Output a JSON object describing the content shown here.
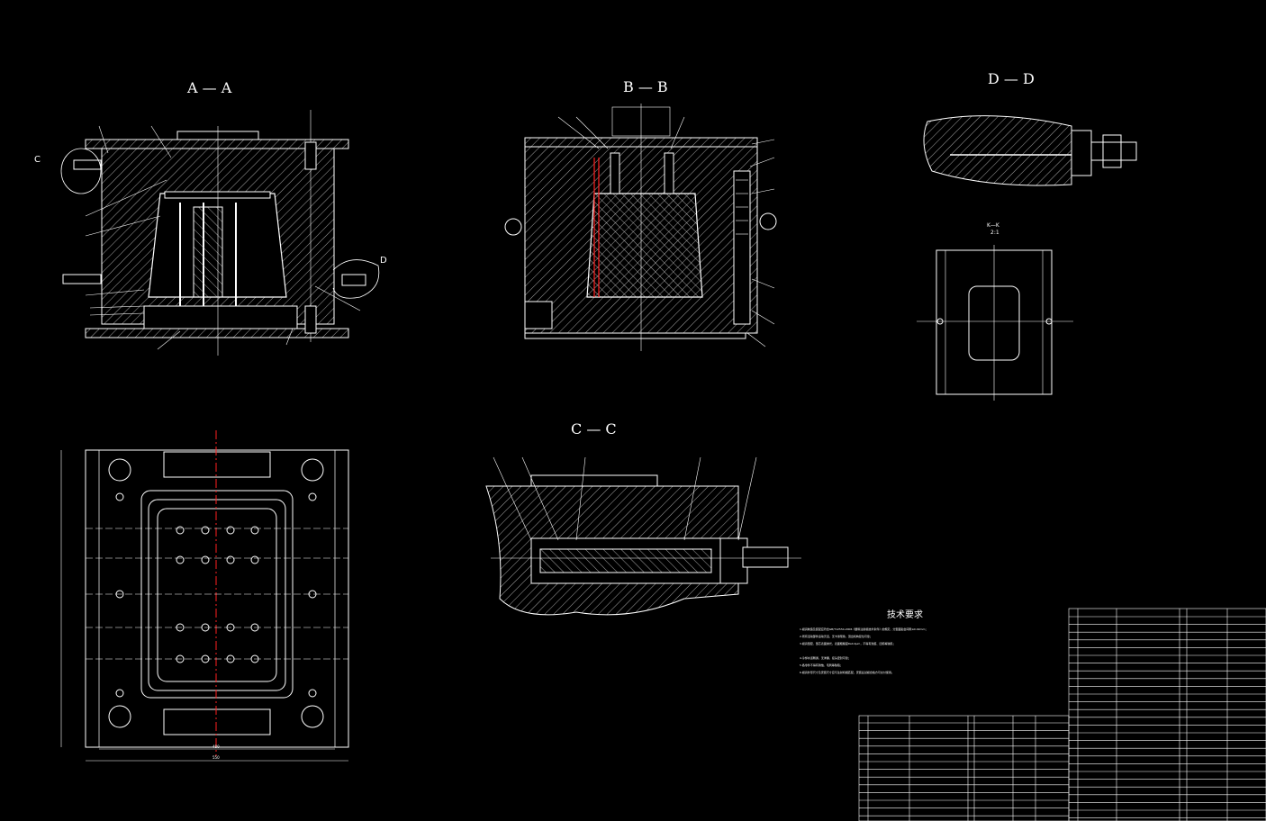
{
  "titles": {
    "aa": "A — A",
    "bb": "B — B",
    "cc": "C — C",
    "dd": "D — D",
    "kk": "K—K",
    "kk_scale": "2:1",
    "tech": "技术要求"
  },
  "labels": {
    "c": "C",
    "d": "D",
    "bottom_width_1": "480",
    "bottom_width_2": "550"
  },
  "tech_lines": [
    "1.模具制造及装配应符合GB/T12554-2006《塑料注射模技术条件》的规定，分型面贴合间隙≤0.02mm；",
    "2.所有活动部件运动灵活，无卡滞现象，顶出机构复位可靠；",
    "3.模具型腔、型芯表面抛光，表面粗糙度Ra0.4μm，不得有划痕、凹陷等缺陷；",
    "4.冷却水道畅通，无渗漏，接头密封可靠；",
    "5.各零件不得有锈蚀、毛刺等缺陷；",
    "6.模具外形尺寸及安装尺寸应与注射机相匹配，安装后试模合格方可交付使用。"
  ],
  "colors": {
    "bg": "#000000",
    "line": "#ffffff",
    "accent": "#ff2020",
    "hatch": "#cfcfcf"
  }
}
